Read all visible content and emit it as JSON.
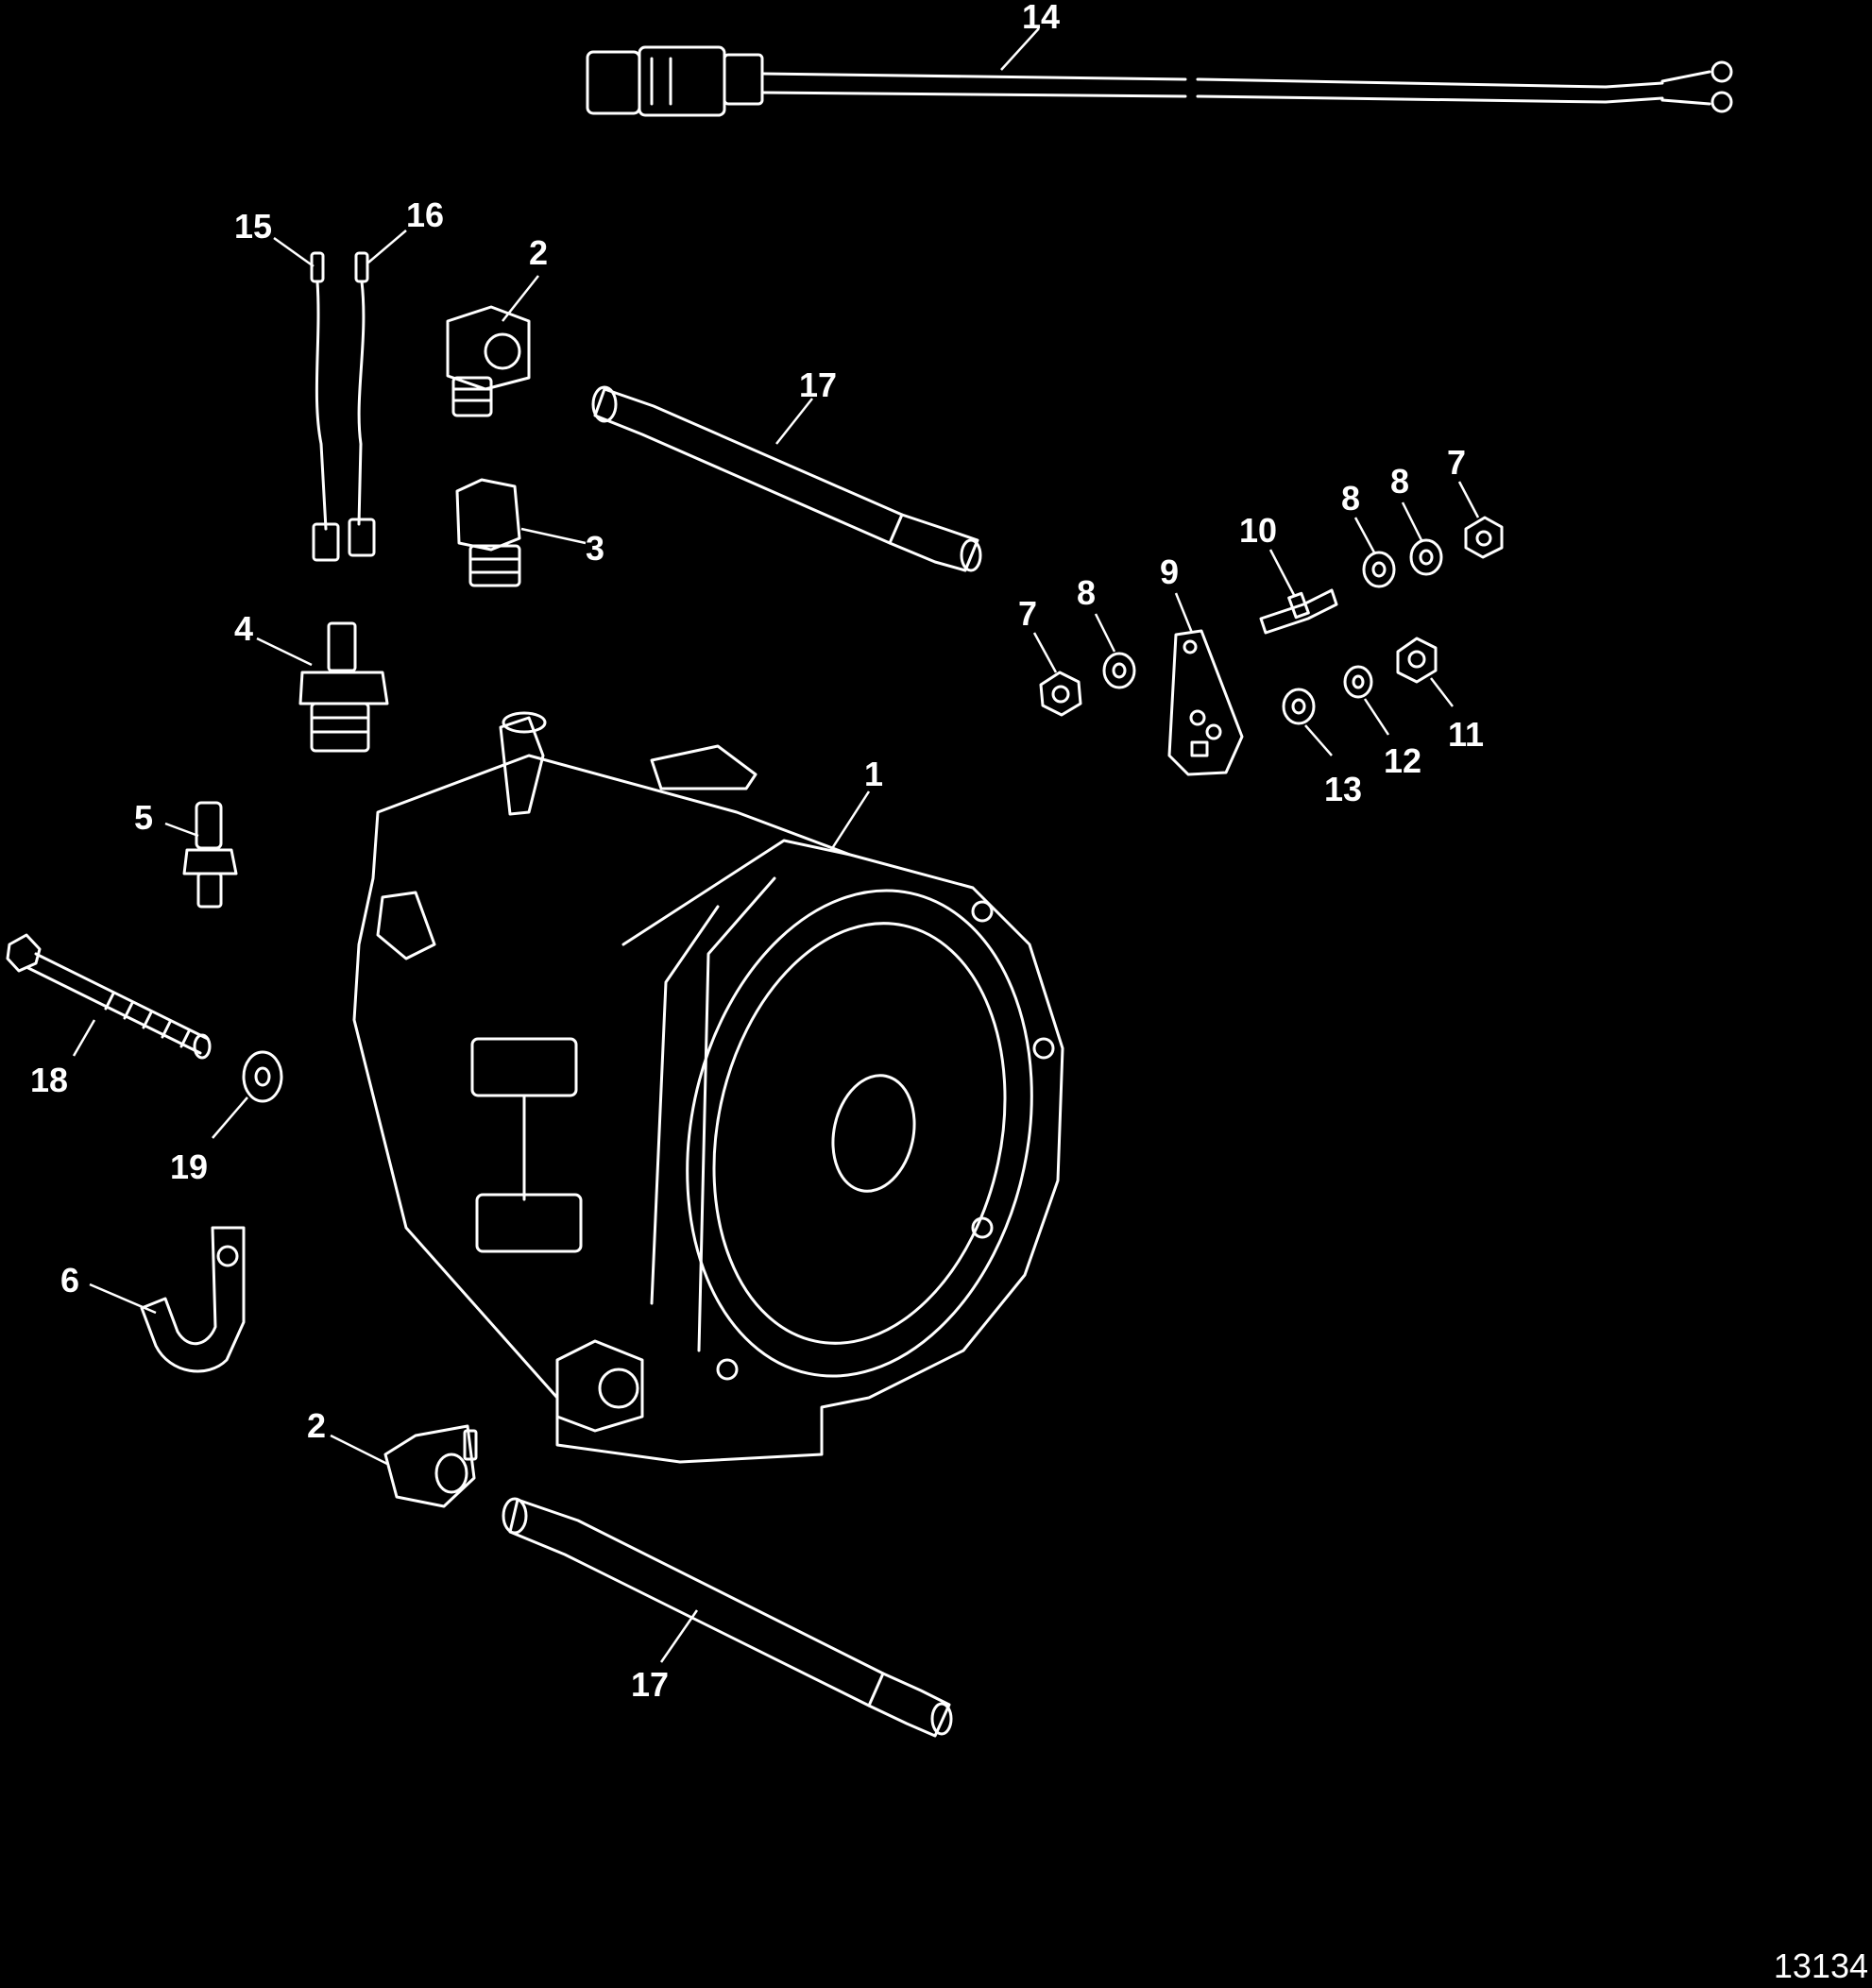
{
  "diagram": {
    "title": "",
    "figure_id": "13134",
    "background": "#000000",
    "line_color": "#ffffff",
    "callouts": {
      "c14": "14",
      "c15": "15",
      "c16": "16",
      "c2_top": "2",
      "c17_top": "17",
      "c3": "3",
      "c4": "4",
      "c7_left": "7",
      "c8_left": "8",
      "c9": "9",
      "c10": "10",
      "c8_mid": "8",
      "c8_right": "8",
      "c7_right": "7",
      "c11": "11",
      "c12": "12",
      "c13": "13",
      "c1": "1",
      "c5": "5",
      "c18": "18",
      "c19": "19",
      "c6": "6",
      "c2_bottom": "2",
      "c17_bottom": "17"
    }
  }
}
